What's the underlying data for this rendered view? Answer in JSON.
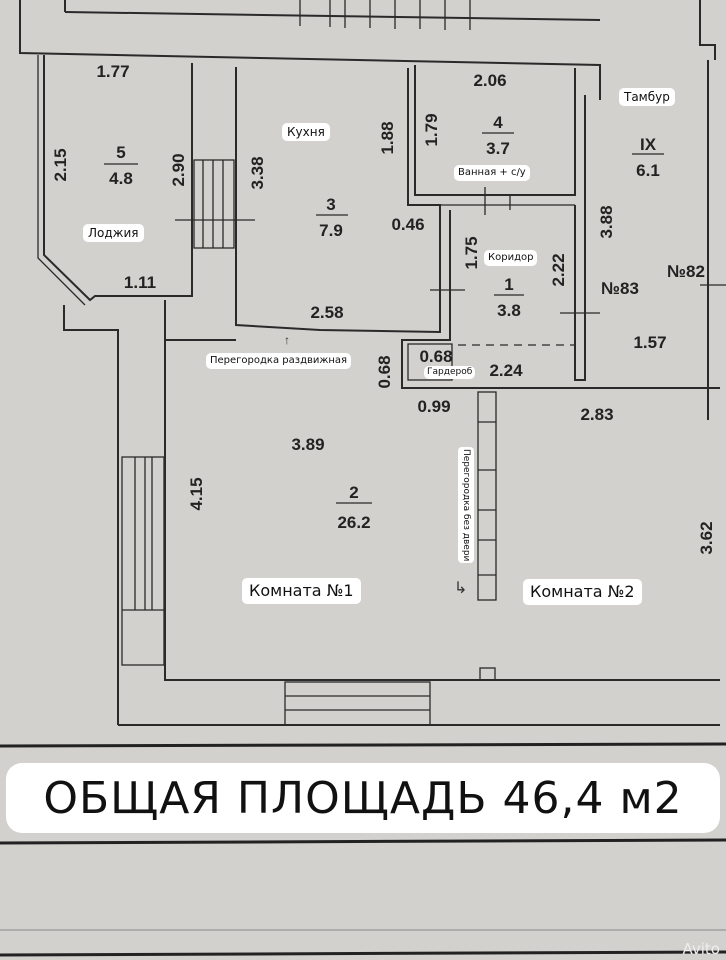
{
  "plan": {
    "rooms": [
      {
        "id": "room-5",
        "number": "5",
        "area": "4.8",
        "name": "Лоджия"
      },
      {
        "id": "room-3",
        "number": "3",
        "area": "7.9",
        "name": "Кухня"
      },
      {
        "id": "room-4",
        "number": "4",
        "area": "3.7",
        "name": "Ванная + с/у"
      },
      {
        "id": "room-1",
        "number": "1",
        "area": "3.8",
        "name": "Коридор"
      },
      {
        "id": "room-ix",
        "number": "IX",
        "area": "6.1",
        "name": "Тамбур"
      },
      {
        "id": "room-2",
        "number": "2",
        "area": "26.2",
        "name1": "Комната №1",
        "name2": "Комната №2"
      }
    ],
    "dimensions": {
      "d177": "1.77",
      "d215": "2.15",
      "d290": "2.90",
      "d111": "1.11",
      "d338": "3.38",
      "d188": "1.88",
      "d046": "0.46",
      "d258": "2.58",
      "d206": "2.06",
      "d179": "1.79",
      "d175": "1.75",
      "d222": "2.22",
      "d068a": "0.68",
      "d068b": "0.68",
      "d224": "2.24",
      "d388": "3.88",
      "d157": "1.57",
      "d099": "0.99",
      "d283": "2.83",
      "d389": "3.89",
      "d415": "4.15",
      "d362": "3.62"
    },
    "apartments": {
      "a83": "№83",
      "a82": "№82"
    },
    "notes": {
      "sliding": "Перегородка раздвижная",
      "wardrobe": "Гардероб",
      "no_door": "Перегородка без двери",
      "arrow_up": "↑",
      "arrow_bend": "↳"
    }
  },
  "banner": "ОБЩАЯ ПЛОЩАДЬ 46,4 м2",
  "watermark": "Avito"
}
